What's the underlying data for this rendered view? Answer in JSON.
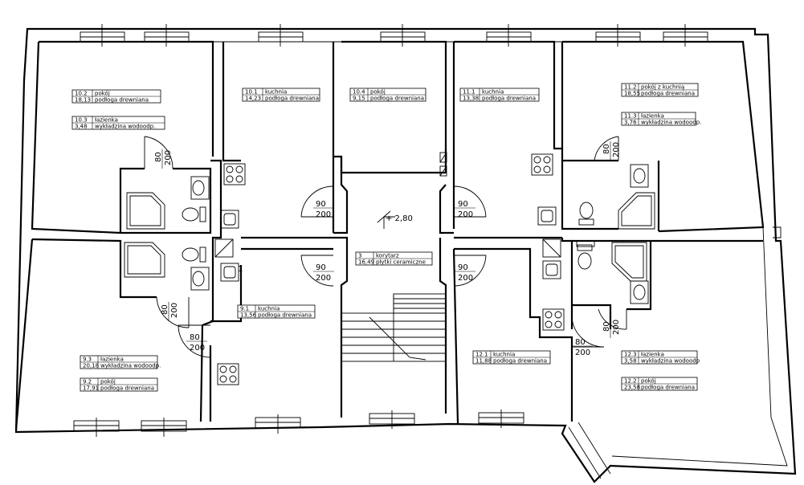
{
  "rooms": [
    {
      "id": "10.2",
      "name": "pokój",
      "area": "18,13",
      "floor": "podłoga drewniana"
    },
    {
      "id": "10.3",
      "name": "łazienka",
      "area": "3,48",
      "floor": "wykładzina wodoodp."
    },
    {
      "id": "10.1",
      "name": "kuchnia",
      "area": "14,23",
      "floor": "podłoga drewniana"
    },
    {
      "id": "10.4",
      "name": "pokój",
      "area": "9,15",
      "floor": "podłoga drewniana"
    },
    {
      "id": "11.1",
      "name": "kuchnia",
      "area": "13,38",
      "floor": "podłoga drewniana"
    },
    {
      "id": "11.2",
      "name": "pokój z kuchnią",
      "area": "18,55",
      "floor": "podłoga drewniana"
    },
    {
      "id": "11.3",
      "name": "łazienka",
      "area": "3,76",
      "floor": "wykładzina wodoodp."
    },
    {
      "id": "3",
      "name": "korytarz",
      "area": "16,49",
      "floor": "płytki ceramiczne"
    },
    {
      "id": "9.1",
      "name": "kuchnia",
      "area": "13,56",
      "floor": "podłoga drewniana"
    },
    {
      "id": "9.3",
      "name": "łazienka",
      "area": "20,18",
      "floor": "wykładzina wodoodp."
    },
    {
      "id": "9.2",
      "name": "pokój",
      "area": "17,91",
      "floor": "podłoga drewniana"
    },
    {
      "id": "12.1",
      "name": "kuchnia",
      "area": "11,88",
      "floor": "podłoga drewniana"
    },
    {
      "id": "12.3",
      "name": "łazienka",
      "area": "3,58",
      "floor": "wykładzina wodoodp"
    },
    {
      "id": "12.2",
      "name": "pokój",
      "area": "23,58",
      "floor": "podłoga drewniana"
    }
  ],
  "doors": [
    {
      "w": "80",
      "h": "200"
    },
    {
      "w": "80",
      "h": "200"
    },
    {
      "w": "90",
      "h": "200"
    },
    {
      "w": "90",
      "h": "200"
    },
    {
      "w": "90",
      "h": "200"
    },
    {
      "w": "90",
      "h": "200"
    },
    {
      "w": "80",
      "h": "200"
    },
    {
      "w": "80",
      "h": "200"
    },
    {
      "w": "80",
      "h": "200"
    },
    {
      "w": "80",
      "h": "200"
    }
  ],
  "level": "+ 2,80",
  "marker": "1"
}
